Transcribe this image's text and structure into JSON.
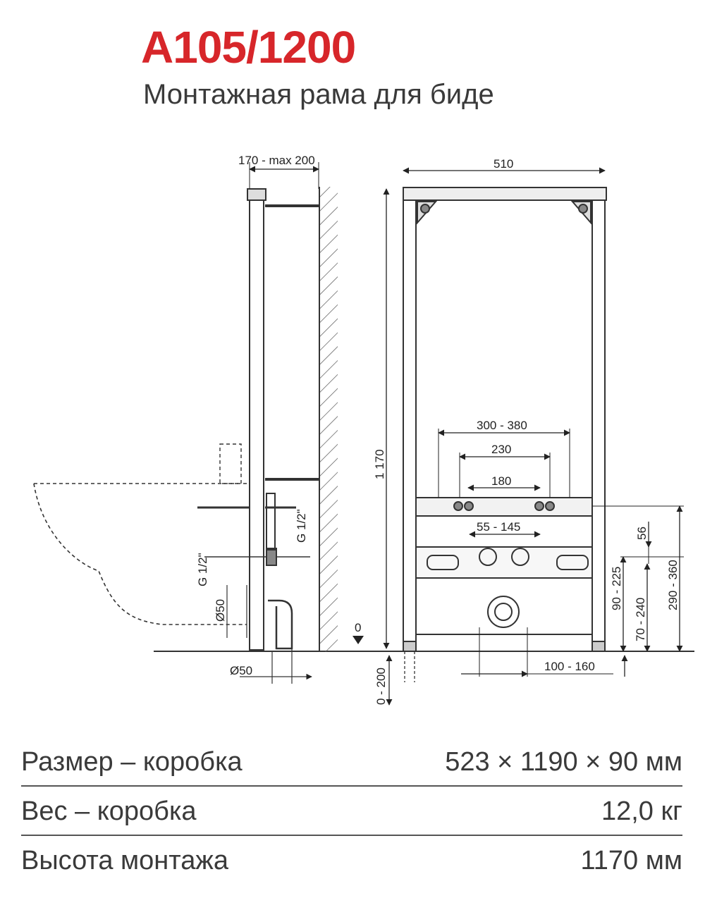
{
  "header": {
    "model": "A105/1200",
    "subtitle": "Монтажная рама для биде"
  },
  "colors": {
    "model": "#d7262a",
    "text": "#3a3a3a",
    "line": "#333333"
  },
  "dimensions": {
    "side_depth": "170 - max 200",
    "width": "510",
    "height": "1 170",
    "flange_span_outer": "300 - 380",
    "flange_span_inner": "230",
    "stud_span": "180",
    "inlet_span": "55 - 145",
    "offset_56": "56",
    "range_90_225": "90 - 225",
    "range_290_360": "290 - 360",
    "range_70_240": "70 - 240",
    "range_100_160": "100 - 160",
    "range_0_200": "0 - 200",
    "thread_a": "G 1/2\"",
    "thread_b": "G 1/2\"",
    "pipe_a": "Ø50",
    "pipe_b": "Ø50",
    "floor_zero": "0"
  },
  "specs": [
    {
      "label": "Размер – коробка",
      "value": "523 × 1190 × 90 мм"
    },
    {
      "label": "Вес – коробка",
      "value": "12,0 кг"
    },
    {
      "label": "Высота монтажа",
      "value": "1170 мм"
    }
  ]
}
